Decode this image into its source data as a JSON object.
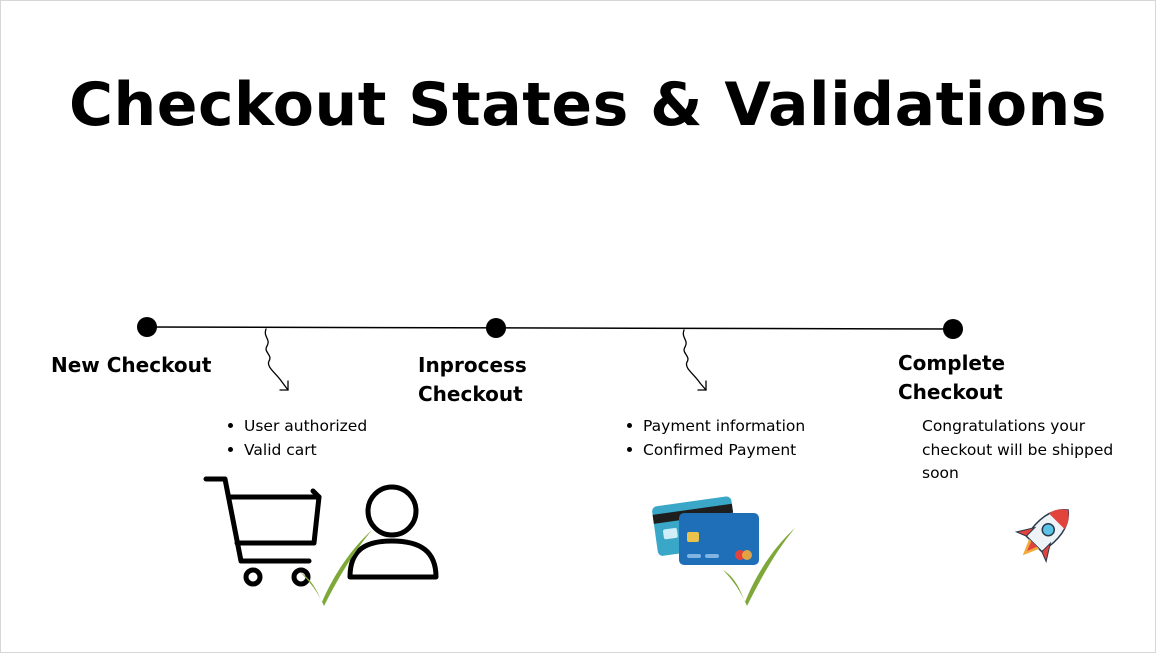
{
  "slide": {
    "title": "Checkout States & Validations"
  },
  "stages": [
    {
      "line1": "New Checkout",
      "line2": ""
    },
    {
      "line1": "Inprocess",
      "line2": "Checkout"
    },
    {
      "line1": "Complete",
      "line2": "Checkout"
    }
  ],
  "validations": [
    {
      "items": [
        "User authorized",
        "Valid cart"
      ]
    },
    {
      "items": [
        "Payment information",
        "Confirmed Payment"
      ]
    }
  ],
  "complete_note": "Congratulations your checkout will be shipped soon",
  "icons": {
    "cart": "shopping-cart-icon",
    "user": "user-icon",
    "cards": "credit-cards-icon",
    "check": "checkmark-icon",
    "rocket": "rocket-icon",
    "arrow": "squiggle-arrow-icon"
  },
  "colors": {
    "check_green": "#7fa83a",
    "card_blue": "#1f6fb8",
    "card_teal": "#3aa7c9",
    "rocket_red": "#e2433d"
  }
}
